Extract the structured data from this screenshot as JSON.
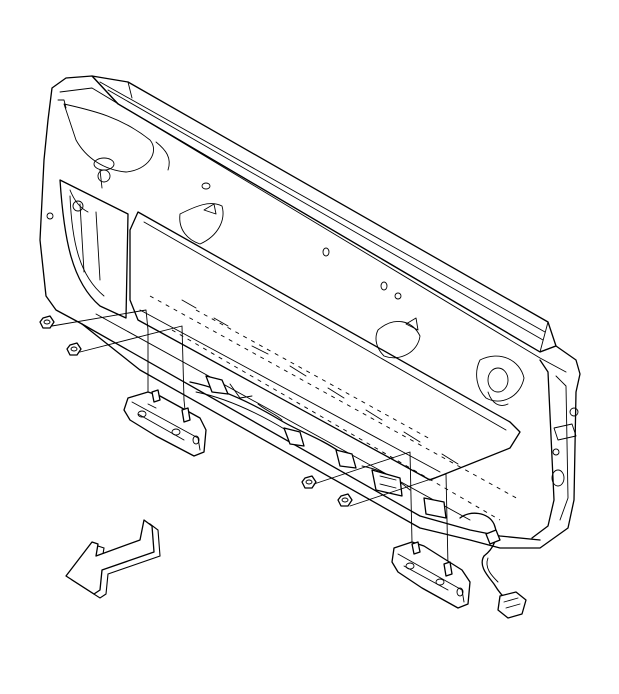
{
  "figure": {
    "components": [
      {
        "name": "tailgate-inner-panel"
      },
      {
        "name": "upper-top-rail"
      },
      {
        "name": "left-hinge-bracket"
      },
      {
        "name": "right-hinge-bracket"
      },
      {
        "name": "bolt"
      },
      {
        "name": "wire-harness-connector"
      },
      {
        "name": "direction-arrow",
        "icon": "bold-arrow-lower-left"
      }
    ],
    "colors": {
      "line": "#000000",
      "background": "#ffffff"
    }
  }
}
